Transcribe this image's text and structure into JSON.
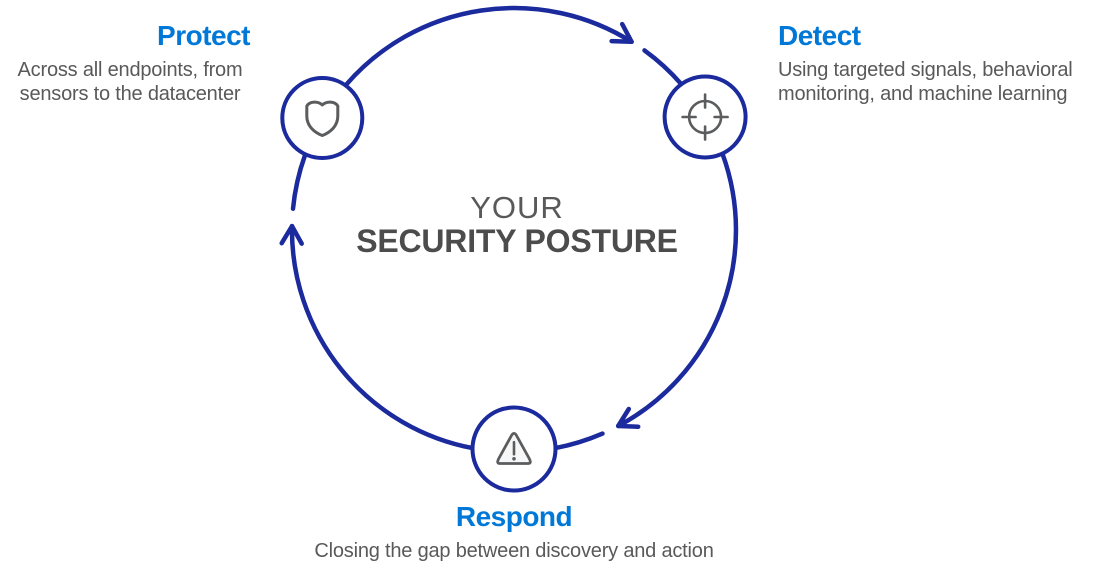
{
  "cycle": {
    "center_title_line1": "YOUR",
    "center_title_line2": "SECURITY POSTURE",
    "direction": "clockwise",
    "colors": {
      "ring_navy": "#1b2a9c",
      "accent_blue": "#0078d7",
      "icon_gray": "#5a5c5e",
      "description_gray": "#595959",
      "center_title_gray": "#595959",
      "center_title_dark": "#4c4c4c"
    }
  },
  "nodes": [
    {
      "id": "protect",
      "label": "Protect",
      "description": "Across all endpoints, from sensors to the datacenter",
      "icon": "shield-icon"
    },
    {
      "id": "detect",
      "label": "Detect",
      "description": "Using targeted signals, behavioral monitoring, and machine learning",
      "icon": "target-icon"
    },
    {
      "id": "respond",
      "label": "Respond",
      "description": "Closing the gap between discovery and action",
      "icon": "warning-icon"
    }
  ]
}
